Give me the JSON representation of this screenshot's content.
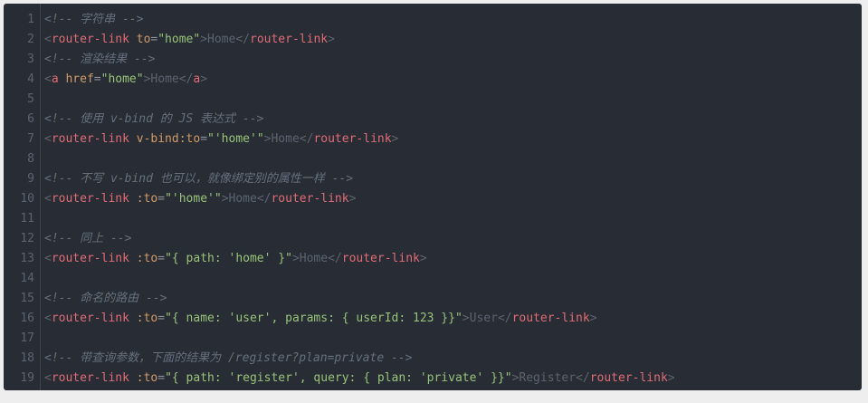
{
  "editor": {
    "colors": {
      "background": "#282c34",
      "line_number": "#5c6370",
      "comment": "#676f7d",
      "tag": "#e06c75",
      "attribute": "#d19a66",
      "string": "#98c379",
      "punctuation": "#5c6370"
    },
    "lines": [
      {
        "num": "1",
        "tokens": [
          {
            "t": "comment",
            "v": "<!-- 字符串 -->"
          }
        ]
      },
      {
        "num": "2",
        "tokens": [
          {
            "t": "punct",
            "v": "<"
          },
          {
            "t": "tag",
            "v": "router-link"
          },
          {
            "t": "text",
            "v": " "
          },
          {
            "t": "attr",
            "v": "to"
          },
          {
            "t": "eq",
            "v": "="
          },
          {
            "t": "str",
            "v": "\"home\""
          },
          {
            "t": "punct",
            "v": ">"
          },
          {
            "t": "text",
            "v": "Home"
          },
          {
            "t": "punct",
            "v": "</"
          },
          {
            "t": "tag",
            "v": "router-link"
          },
          {
            "t": "punct",
            "v": ">"
          }
        ]
      },
      {
        "num": "3",
        "tokens": [
          {
            "t": "comment",
            "v": "<!-- 渲染结果 -->"
          }
        ]
      },
      {
        "num": "4",
        "tokens": [
          {
            "t": "punct",
            "v": "<"
          },
          {
            "t": "tag",
            "v": "a"
          },
          {
            "t": "text",
            "v": " "
          },
          {
            "t": "attr",
            "v": "href"
          },
          {
            "t": "eq",
            "v": "="
          },
          {
            "t": "str",
            "v": "\"home\""
          },
          {
            "t": "punct",
            "v": ">"
          },
          {
            "t": "text",
            "v": "Home"
          },
          {
            "t": "punct",
            "v": "</"
          },
          {
            "t": "tag",
            "v": "a"
          },
          {
            "t": "punct",
            "v": ">"
          }
        ]
      },
      {
        "num": "5",
        "tokens": []
      },
      {
        "num": "6",
        "tokens": [
          {
            "t": "comment",
            "v": "<!-- 使用 v-bind 的 JS 表达式 -->"
          }
        ]
      },
      {
        "num": "7",
        "tokens": [
          {
            "t": "punct",
            "v": "<"
          },
          {
            "t": "tag",
            "v": "router-link"
          },
          {
            "t": "text",
            "v": " "
          },
          {
            "t": "attr",
            "v": "v-bind:to"
          },
          {
            "t": "eq",
            "v": "="
          },
          {
            "t": "str",
            "v": "\"'home'\""
          },
          {
            "t": "punct",
            "v": ">"
          },
          {
            "t": "text",
            "v": "Home"
          },
          {
            "t": "punct",
            "v": "</"
          },
          {
            "t": "tag",
            "v": "router-link"
          },
          {
            "t": "punct",
            "v": ">"
          }
        ]
      },
      {
        "num": "8",
        "tokens": []
      },
      {
        "num": "9",
        "tokens": [
          {
            "t": "comment",
            "v": "<!-- 不写 v-bind 也可以，就像绑定别的属性一样 -->"
          }
        ]
      },
      {
        "num": "10",
        "tokens": [
          {
            "t": "punct",
            "v": "<"
          },
          {
            "t": "tag",
            "v": "router-link"
          },
          {
            "t": "text",
            "v": " "
          },
          {
            "t": "attr",
            "v": ":to"
          },
          {
            "t": "eq",
            "v": "="
          },
          {
            "t": "str",
            "v": "\"'home'\""
          },
          {
            "t": "punct",
            "v": ">"
          },
          {
            "t": "text",
            "v": "Home"
          },
          {
            "t": "punct",
            "v": "</"
          },
          {
            "t": "tag",
            "v": "router-link"
          },
          {
            "t": "punct",
            "v": ">"
          }
        ]
      },
      {
        "num": "11",
        "tokens": []
      },
      {
        "num": "12",
        "tokens": [
          {
            "t": "comment",
            "v": "<!-- 同上 -->"
          }
        ]
      },
      {
        "num": "13",
        "tokens": [
          {
            "t": "punct",
            "v": "<"
          },
          {
            "t": "tag",
            "v": "router-link"
          },
          {
            "t": "text",
            "v": " "
          },
          {
            "t": "attr",
            "v": ":to"
          },
          {
            "t": "eq",
            "v": "="
          },
          {
            "t": "str",
            "v": "\"{ path: 'home' }\""
          },
          {
            "t": "punct",
            "v": ">"
          },
          {
            "t": "text",
            "v": "Home"
          },
          {
            "t": "punct",
            "v": "</"
          },
          {
            "t": "tag",
            "v": "router-link"
          },
          {
            "t": "punct",
            "v": ">"
          }
        ]
      },
      {
        "num": "14",
        "tokens": []
      },
      {
        "num": "15",
        "tokens": [
          {
            "t": "comment",
            "v": "<!-- 命名的路由 -->"
          }
        ]
      },
      {
        "num": "16",
        "tokens": [
          {
            "t": "punct",
            "v": "<"
          },
          {
            "t": "tag",
            "v": "router-link"
          },
          {
            "t": "text",
            "v": " "
          },
          {
            "t": "attr",
            "v": ":to"
          },
          {
            "t": "eq",
            "v": "="
          },
          {
            "t": "str",
            "v": "\"{ name: 'user', params: { userId: 123 }}\""
          },
          {
            "t": "punct",
            "v": ">"
          },
          {
            "t": "text",
            "v": "User"
          },
          {
            "t": "punct",
            "v": "</"
          },
          {
            "t": "tag",
            "v": "router-link"
          },
          {
            "t": "punct",
            "v": ">"
          }
        ]
      },
      {
        "num": "17",
        "tokens": []
      },
      {
        "num": "18",
        "tokens": [
          {
            "t": "comment",
            "v": "<!-- 带查询参数，下面的结果为 /register?plan=private -->"
          }
        ]
      },
      {
        "num": "19",
        "tokens": [
          {
            "t": "punct",
            "v": "<"
          },
          {
            "t": "tag",
            "v": "router-link"
          },
          {
            "t": "text",
            "v": " "
          },
          {
            "t": "attr",
            "v": ":to"
          },
          {
            "t": "eq",
            "v": "="
          },
          {
            "t": "str",
            "v": "\"{ path: 'register', query: { plan: 'private' }}\""
          },
          {
            "t": "punct",
            "v": ">"
          },
          {
            "t": "text",
            "v": "Register"
          },
          {
            "t": "punct",
            "v": "</"
          },
          {
            "t": "tag",
            "v": "router-link"
          },
          {
            "t": "punct",
            "v": ">"
          }
        ]
      }
    ]
  }
}
